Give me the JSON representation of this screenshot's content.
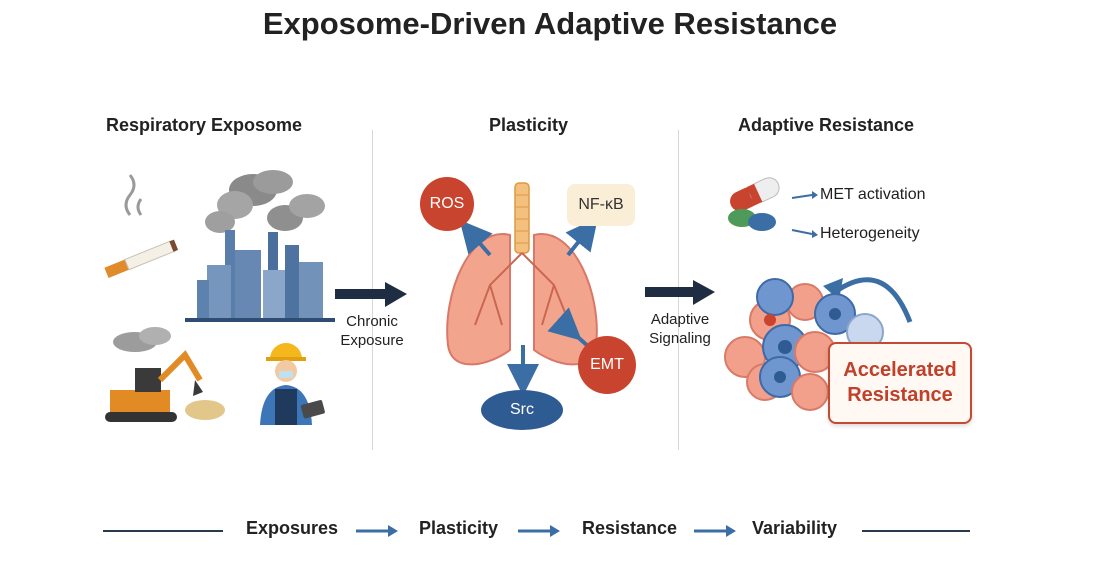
{
  "title": "Exposome-Driven Adaptive Resistance",
  "columns": {
    "left": "Respiratory Exposome",
    "middle": "Plasticity",
    "right": "Adaptive Resistance"
  },
  "arrows": {
    "left_label_1": "Chronic",
    "left_label_2": "Exposure",
    "right_label_1": "Adaptive",
    "right_label_2": "Signaling"
  },
  "plasticity_nodes": {
    "ros": "ROS",
    "nfkb": "NF-κB",
    "emt": "EMT",
    "src": "Src"
  },
  "resistance": {
    "met": "MET activation",
    "hetero": "Heterogeneity",
    "box_line1": "Accelerated",
    "box_line2": "Resistance"
  },
  "bottom_flow": [
    "Exposures",
    "Plasticity",
    "Resistance",
    "Variability"
  ],
  "colors": {
    "navy": "#1f2d42",
    "arrow_blue": "#3b6ea5",
    "red_node": "#c9442e",
    "blue_node": "#2f5b93",
    "lung": "#f2a58c"
  }
}
